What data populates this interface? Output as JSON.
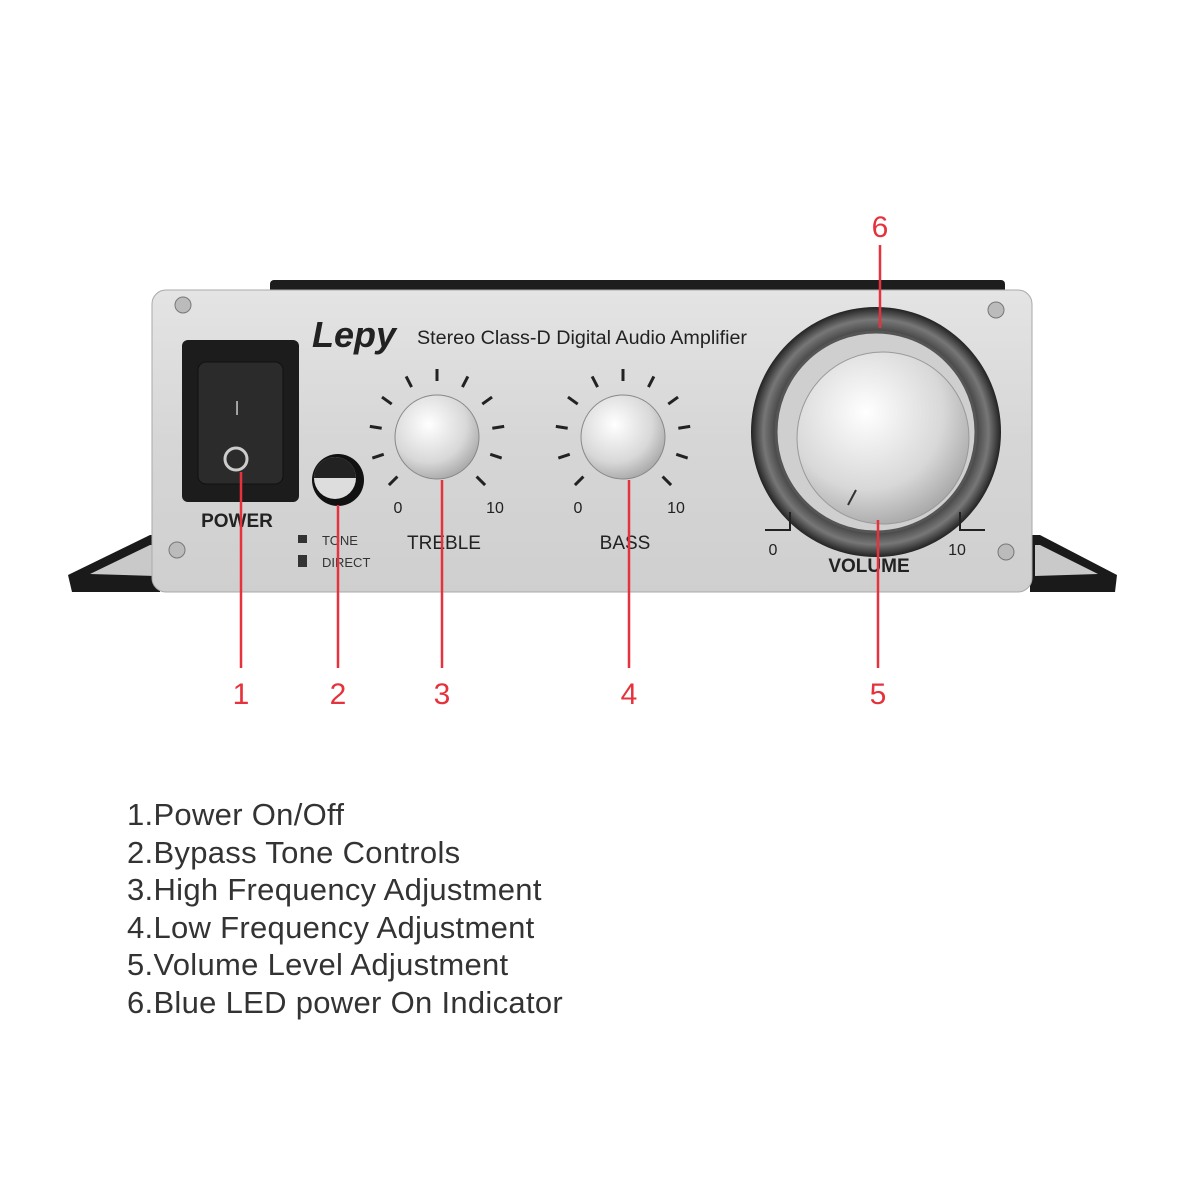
{
  "panel": {
    "brand": "Lepy",
    "subtitle": "Stereo Class-D Digital Audio Amplifier",
    "power_label": "POWER",
    "switch_on_mark": "I",
    "switch_off_mark": "O",
    "tone_label": "TONE",
    "direct_label": "DIRECT",
    "treble": {
      "label": "TREBLE",
      "min": "0",
      "max": "10"
    },
    "bass": {
      "label": "BASS",
      "min": "0",
      "max": "10"
    },
    "volume": {
      "label": "VOLUME",
      "min": "0",
      "max": "10"
    }
  },
  "callouts": [
    "1",
    "2",
    "3",
    "4",
    "5",
    "6"
  ],
  "callout_color": "#e5323c",
  "legend": [
    "1.Power On/Off",
    "2.Bypass Tone Controls",
    "3.High Frequency Adjustment",
    "4.Low Frequency Adjustment",
    "5.Volume Level Adjustment",
    "6.Blue LED power On Indicator"
  ]
}
